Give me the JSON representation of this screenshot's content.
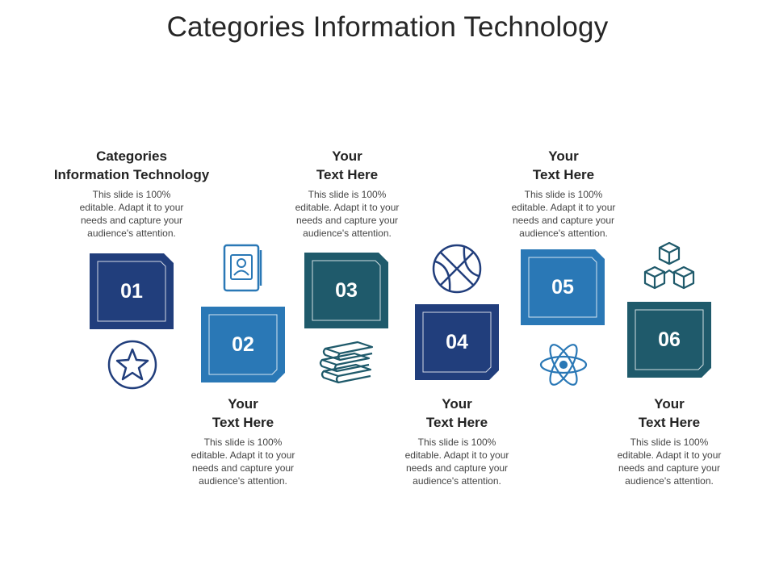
{
  "title": "Categories Information Technology",
  "colors": {
    "dark_blue": "#213e7c",
    "mid_blue": "#2a78b6",
    "teal": "#1f5a6b",
    "icon_stroke": "#1f5a6b"
  },
  "items": [
    {
      "number": "01",
      "heading": [
        "Categories",
        "Information Technology"
      ],
      "body": [
        "This slide is 100%",
        "editable. Adapt it to your",
        "needs and capture your",
        "audience's attention."
      ],
      "icon": "star-circle-icon",
      "color": "dark_blue"
    },
    {
      "number": "02",
      "heading": [
        "Your",
        "Text Here"
      ],
      "body": [
        "This slide is 100%",
        "editable. Adapt it to your",
        "needs and capture your",
        "audience's attention."
      ],
      "icon": "contact-book-icon",
      "color": "mid_blue"
    },
    {
      "number": "03",
      "heading": [
        "Your",
        "Text Here"
      ],
      "body": [
        "This slide is 100%",
        "editable. Adapt it to your",
        "needs and capture your",
        "audience's attention."
      ],
      "icon": "book-stack-icon",
      "color": "teal"
    },
    {
      "number": "04",
      "heading": [
        "Your",
        "Text Here"
      ],
      "body": [
        "This slide is 100%",
        "editable. Adapt it to your",
        "needs and capture your",
        "audience's attention."
      ],
      "icon": "basketball-icon",
      "color": "dark_blue"
    },
    {
      "number": "05",
      "heading": [
        "Your",
        "Text Here"
      ],
      "body": [
        "This slide is 100%",
        "editable. Adapt it to your",
        "needs and capture your",
        "audience's attention."
      ],
      "icon": "atom-icon",
      "color": "mid_blue"
    },
    {
      "number": "06",
      "heading": [
        "Your",
        "Text Here"
      ],
      "body": [
        "This slide is 100%",
        "editable. Adapt it to your",
        "needs and capture your",
        "audience's attention."
      ],
      "icon": "cubes-icon",
      "color": "teal"
    }
  ]
}
